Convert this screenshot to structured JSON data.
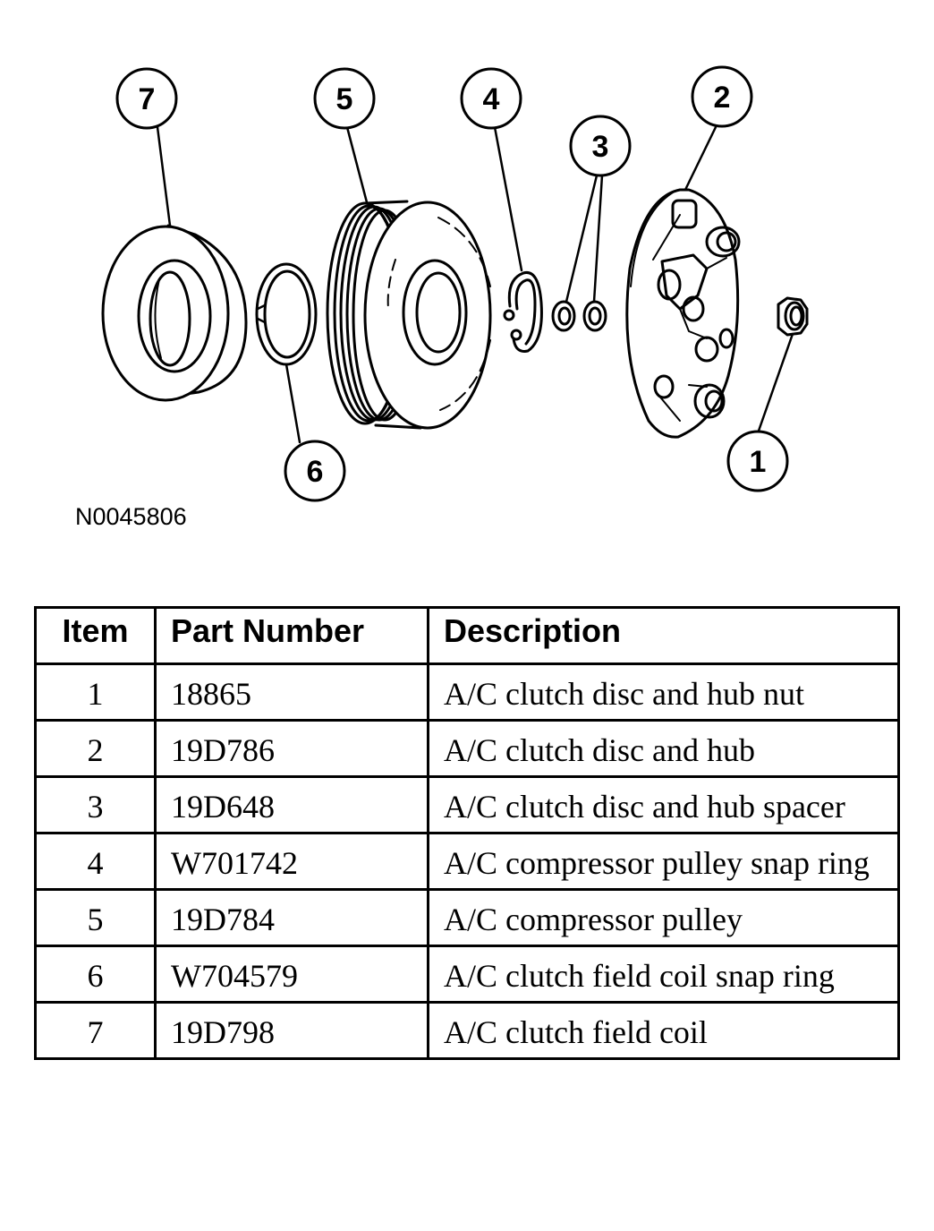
{
  "figure": {
    "callouts": [
      "7",
      "5",
      "4",
      "3",
      "2",
      "6",
      "1"
    ],
    "figure_id": "N0045806",
    "parts": [
      "field-coil",
      "field-coil-snap-ring",
      "compressor-pulley",
      "pulley-snap-ring",
      "hub-spacer",
      "clutch-disc-and-hub",
      "hub-nut"
    ]
  },
  "table": {
    "headers": {
      "item": "Item",
      "part_number": "Part Number",
      "description": "Description"
    },
    "rows": [
      {
        "item": "1",
        "part_number": "18865",
        "description": "A/C clutch disc and hub nut"
      },
      {
        "item": "2",
        "part_number": "19D786",
        "description": "A/C clutch disc and hub"
      },
      {
        "item": "3",
        "part_number": "19D648",
        "description": "A/C clutch disc and hub spacer"
      },
      {
        "item": "4",
        "part_number": "W701742",
        "description": "A/C compressor pulley snap ring"
      },
      {
        "item": "5",
        "part_number": "19D784",
        "description": "A/C compressor pulley"
      },
      {
        "item": "6",
        "part_number": "W704579",
        "description": "A/C clutch field coil snap ring"
      },
      {
        "item": "7",
        "part_number": "19D798",
        "description": "A/C clutch field coil"
      }
    ]
  }
}
